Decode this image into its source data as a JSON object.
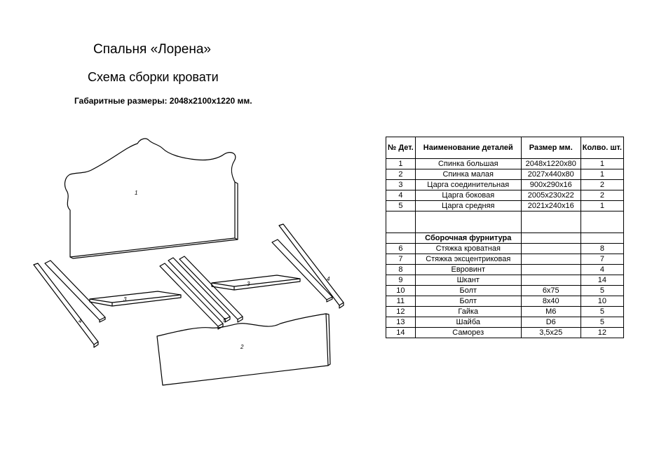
{
  "header": {
    "title": "Спальня  «Лорена»",
    "subtitle": "Схема сборки кровати",
    "dimensions": "Габаритные размеры: 2048х2100х1220  мм."
  },
  "drawing": {
    "labels": [
      "1",
      "2",
      "3",
      "3",
      "4",
      "4",
      "5"
    ]
  },
  "table": {
    "headers": [
      "№ Дет.",
      "Наименование деталей",
      "Размер мм.",
      "Колво. шт."
    ],
    "parts": [
      [
        "1",
        "Спинка большая",
        "2048х1220х80",
        "1"
      ],
      [
        "2",
        "Спинка малая",
        "2027х440х80",
        "1"
      ],
      [
        "3",
        "Царга соединительная",
        "900х290х16",
        "2"
      ],
      [
        "4",
        "Царга боковая",
        "2005х230х22",
        "2"
      ],
      [
        "5",
        "Царга средняя",
        "2021х240х16",
        "1"
      ]
    ],
    "section_label": "Сборочная фурнитура",
    "hardware": [
      [
        "6",
        "Стяжка кроватная",
        "",
        "8"
      ],
      [
        "7",
        "Стяжка эксцентриковая",
        "",
        "7"
      ],
      [
        "8",
        "Евровинт",
        "",
        "4"
      ],
      [
        "9",
        "Шкант",
        "",
        "14"
      ],
      [
        "10",
        "Болт",
        "6х75",
        "5"
      ],
      [
        "11",
        "Болт",
        "8х40",
        "10"
      ],
      [
        "12",
        "Гайка",
        "М6",
        "5"
      ],
      [
        "13",
        "Шайба",
        "D6",
        "5"
      ],
      [
        "14",
        "Саморез",
        "3,5х25",
        "12"
      ]
    ]
  }
}
